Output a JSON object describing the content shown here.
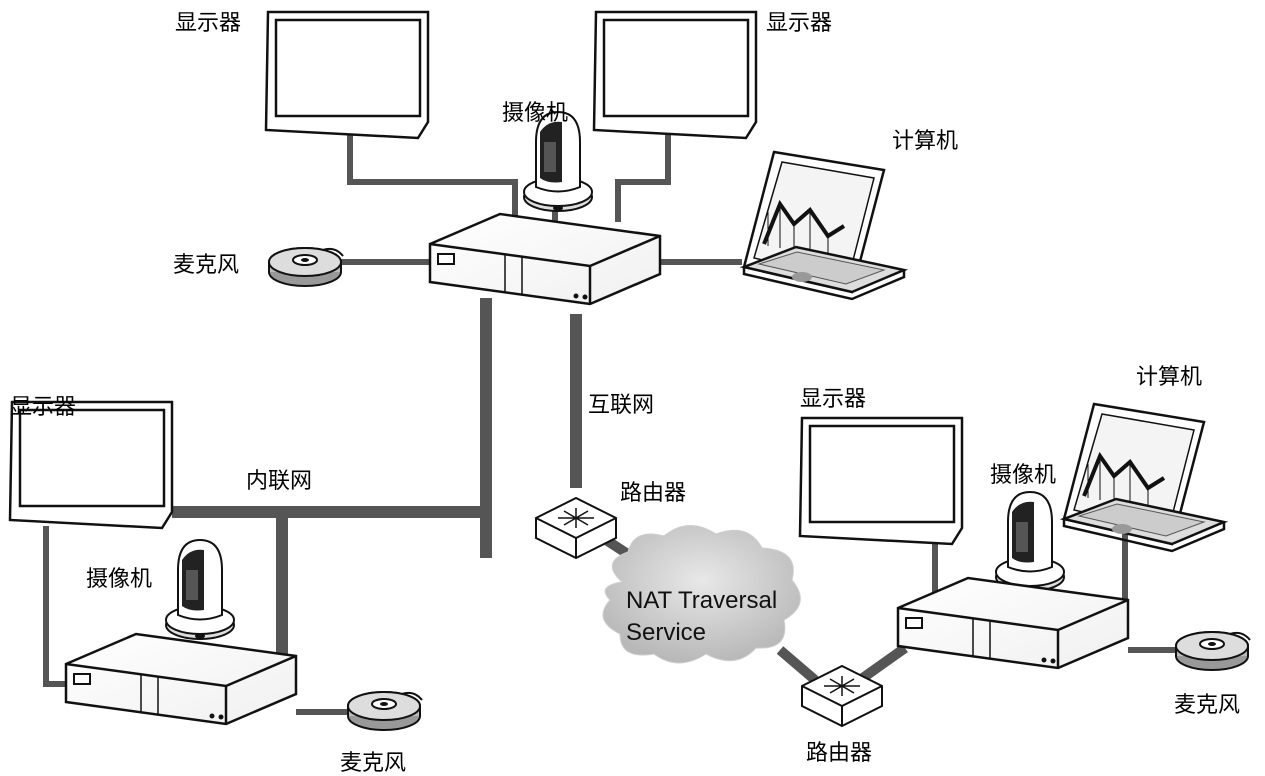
{
  "labels": {
    "display": "显示器",
    "camera": "摄像机",
    "computer": "计算机",
    "microphone": "麦克风",
    "internet": "互联网",
    "intranet": "内联网",
    "router": "路由器",
    "cloud_line1": "NAT Traversal",
    "cloud_line2": "Service"
  },
  "colors": {
    "line": "#555555",
    "cloud": "#d0d0d0",
    "outline": "#111111"
  }
}
